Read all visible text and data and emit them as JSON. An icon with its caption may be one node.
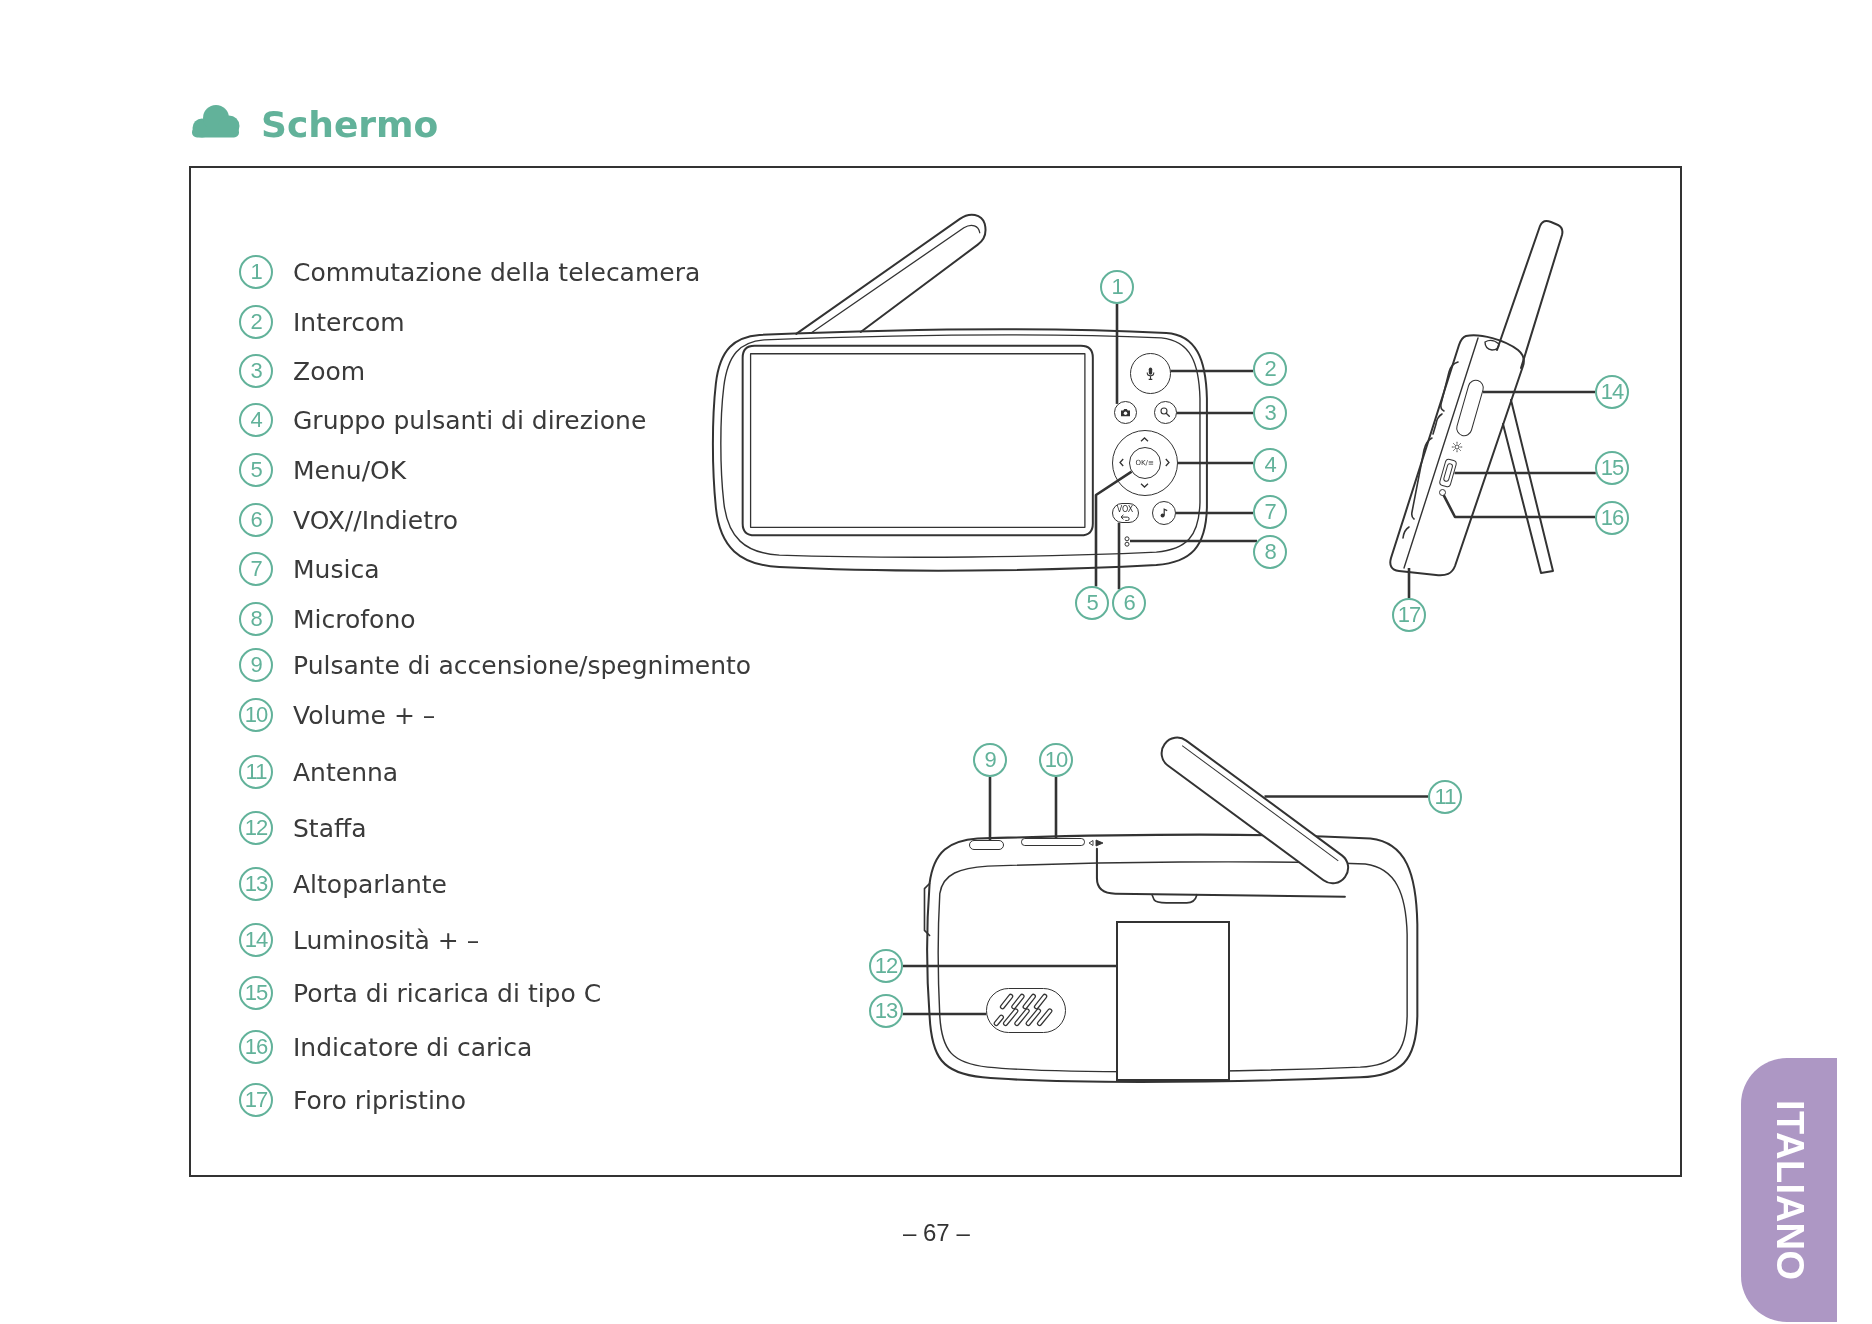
{
  "diagram": {
    "title": "Schermo",
    "nodes": [
      {
        "text": [
          "1"
        ],
        "beside": [
          "Commutazione della telecamera"
        ]
      },
      {
        "text": [
          "2"
        ],
        "beside": [
          "Intercom"
        ]
      },
      {
        "text": [
          "3"
        ],
        "beside": [
          "Zoom"
        ]
      },
      {
        "text": [
          "4"
        ],
        "beside": [
          "Gruppo pulsanti di direzione"
        ]
      },
      {
        "text": [
          "5"
        ],
        "beside": [
          "Menu/OK"
        ]
      },
      {
        "text": [
          "6"
        ],
        "beside": [
          "VOX//Indietro"
        ]
      },
      {
        "text": [
          "7"
        ],
        "beside": [
          "Musica"
        ]
      },
      {
        "text": [
          "8"
        ],
        "beside": [
          "Microfono"
        ]
      },
      {
        "text": [
          "9"
        ],
        "beside": [
          "Pulsante di accensione/spegnimento"
        ]
      },
      {
        "text": [
          "10"
        ],
        "beside": [
          "Volume + –"
        ]
      },
      {
        "text": [
          "11"
        ],
        "beside": [
          "Antenna"
        ]
      },
      {
        "text": [
          "12"
        ],
        "beside": [
          "Staffa"
        ]
      },
      {
        "text": [
          "13"
        ],
        "beside": [
          "Altoparlante"
        ]
      },
      {
        "text": [
          "14"
        ],
        "beside": [
          "Luminosità + –"
        ]
      },
      {
        "text": [
          "15"
        ],
        "beside": [
          "Porta di ricarica di tipo C"
        ]
      },
      {
        "text": [
          "16"
        ],
        "beside": [
          "Indicatore di carica"
        ]
      },
      {
        "text": [
          "17"
        ],
        "beside": [
          "Foro ripristino"
        ]
      },
      {
        "text": [
          "1"
        ]
      },
      {
        "text": [
          "2"
        ]
      },
      {
        "text": [
          "3"
        ]
      },
      {
        "text": [
          "4"
        ]
      },
      {
        "text": [
          "5"
        ]
      },
      {
        "text": [
          "6"
        ]
      },
      {
        "text": [
          "7"
        ]
      },
      {
        "text": [
          "8"
        ]
      },
      {
        "text": [
          "9"
        ]
      },
      {
        "text": [
          "10"
        ]
      },
      {
        "text": [
          "11"
        ]
      },
      {
        "text": [
          "12"
        ]
      },
      {
        "text": [
          "13"
        ]
      },
      {
        "text": [
          "14"
        ]
      },
      {
        "text": [
          "15"
        ]
      },
      {
        "text": [
          "16"
        ]
      },
      {
        "text": [
          "17"
        ]
      },
      {
        "text": [],
        "shape": "circle"
      },
      {
        "text": [],
        "shape": "circle"
      },
      {
        "text": [],
        "shape": "circle"
      },
      {
        "text": [],
        "shape": "circle"
      },
      {
        "text": [
          "OK/≡"
        ],
        "in": 37
      },
      {
        "text": [
          "VOX"
        ]
      },
      {
        "text": [],
        "shape": "circle"
      },
      {
        "text": [],
        "shape": "picture"
      },
      {
        "text": [],
        "shape": "bar"
      },
      {
        "text": [],
        "shape": "bar"
      },
      {
        "text": [],
        "shape": "bar"
      },
      {
        "text": [],
        "shape": "box"
      },
      {
        "text": [],
        "shape": "picture"
      },
      {
        "text": [],
        "shape": "bar"
      },
      {
        "text": [],
        "shape": "box"
      },
      {
        "text": [],
        "shape": "circle"
      },
      {
        "text": [
          "ITALIANO"
        ]
      }
    ],
    "edges": [
      {
        "from": 17,
        "to": 34,
        "arrow": "none"
      },
      {
        "from": 18,
        "to": 35,
        "arrow": "none"
      },
      {
        "from": 19,
        "to": 36,
        "arrow": "none"
      },
      {
        "from": 20,
        "to": 37,
        "arrow": "none"
      },
      {
        "from": 21,
        "to": 38,
        "arrow": "none"
      },
      {
        "from": 22,
        "to": 39,
        "arrow": "none"
      },
      {
        "from": 23,
        "to": 40,
        "arrow": "none"
      },
      {
        "from": 24,
        "to": 41,
        "arrow": "none"
      },
      {
        "from": 25,
        "to": 42,
        "arrow": "none"
      },
      {
        "from": 26,
        "to": 43,
        "arrow": "none"
      },
      {
        "from": 27,
        "to": 44,
        "arrow": "none"
      },
      {
        "from": 28,
        "to": 45,
        "arrow": "none"
      },
      {
        "from": 29,
        "to": 46,
        "arrow": "none"
      },
      {
        "from": 30,
        "to": 47,
        "arrow": "none"
      },
      {
        "from": 31,
        "to": 48,
        "arrow": "none"
      },
      {
        "from": 32,
        "to": 49,
        "arrow": "none"
      },
      {
        "from": 33,
        "to": null,
        "arrow": "none"
      }
    ],
    "labels": [
      "– 67 –"
    ]
  }
}
